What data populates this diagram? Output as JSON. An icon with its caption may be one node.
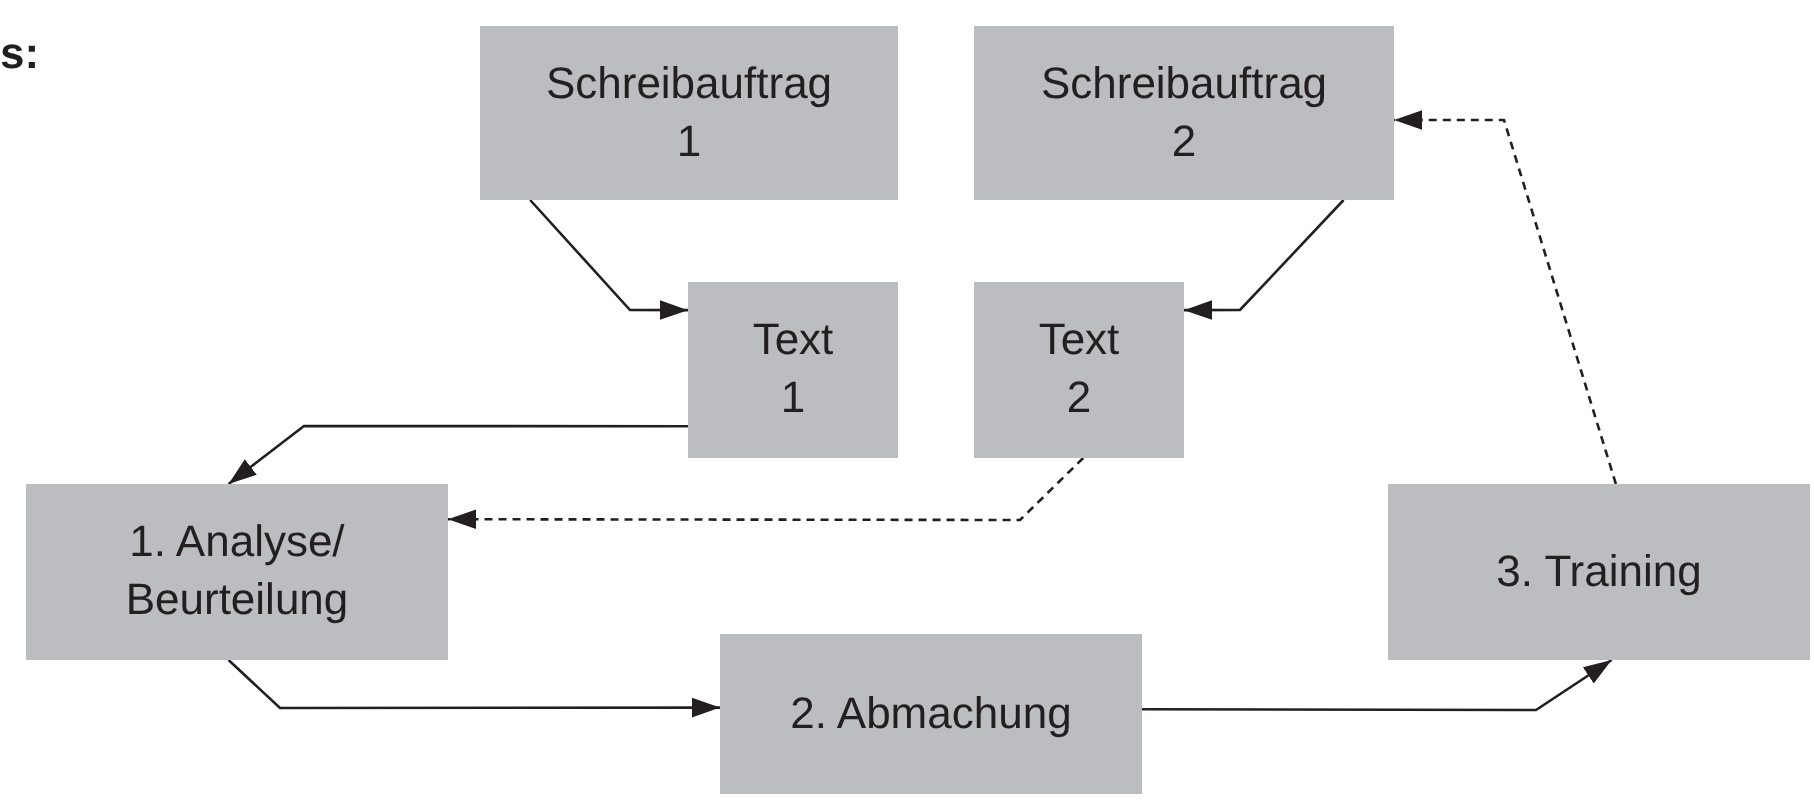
{
  "diagram": {
    "nodes": [
      {
        "text": [
          "Schreibauftrag 1"
        ]
      },
      {
        "text": [
          "Schreibauftrag 2"
        ]
      },
      {
        "text": [
          "Text 1"
        ]
      },
      {
        "text": [
          "Text 2"
        ]
      },
      {
        "text": [
          "1. Analyse/ Beurteilung"
        ]
      },
      {
        "text": [
          "3. Training"
        ]
      },
      {
        "text": [
          "2. Abmachung"
        ]
      }
    ],
    "edges": [
      {
        "from": 0,
        "to": 2,
        "arrow": "to"
      },
      {
        "from": 1,
        "to": 3,
        "arrow": "to"
      },
      {
        "from": 2,
        "to": 4,
        "arrow": "to"
      },
      {
        "from": 3,
        "to": 4,
        "arrow": "to",
        "style": "dashed"
      },
      {
        "from": 4,
        "to": 6,
        "arrow": "to"
      },
      {
        "from": 6,
        "to": 5,
        "arrow": "to"
      },
      {
        "from": 5,
        "to": 1,
        "arrow": "to",
        "style": "dashed"
      }
    ],
    "labels": [
      "s:"
    ]
  }
}
